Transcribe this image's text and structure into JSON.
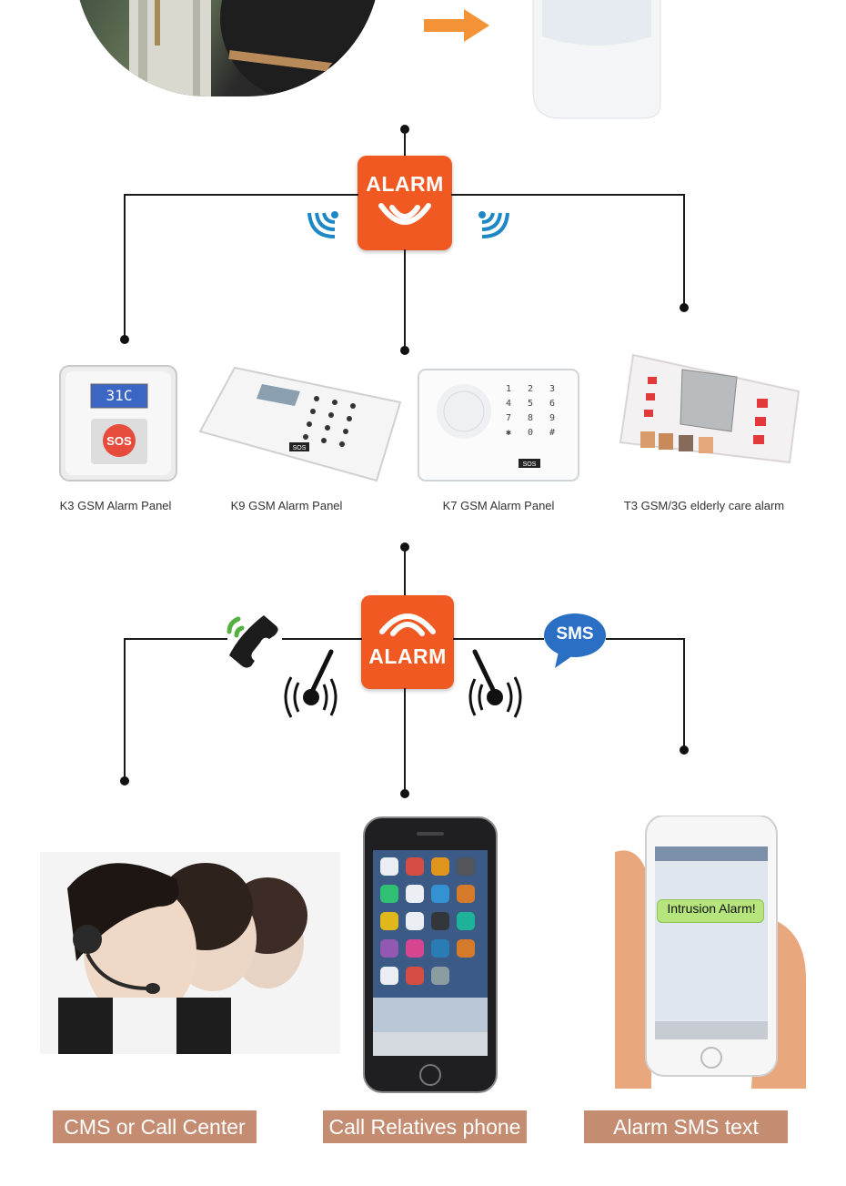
{
  "top_alarm": {
    "label": "ALARM"
  },
  "devices": [
    {
      "id": "k3",
      "label": "K3 GSM Alarm Panel",
      "display": "31C",
      "badge": "SOS"
    },
    {
      "id": "k9",
      "label": "K9  GSM Alarm Panel",
      "badge": "SOS"
    },
    {
      "id": "k7",
      "label": "K7 GSM Alarm Panel",
      "badge": "SOS"
    },
    {
      "id": "t3",
      "label": "T3 GSM/3G elderly care alarm"
    }
  ],
  "bottom_alarm": {
    "label": "ALARM",
    "sms_bubble": "SMS"
  },
  "outcomes": [
    {
      "id": "cms",
      "label": "CMS or Call Center"
    },
    {
      "id": "relatives",
      "label": "Call Relatives phone"
    },
    {
      "id": "sms",
      "label": "Alarm SMS text",
      "message": "Intrusion Alarm!"
    }
  ],
  "colors": {
    "accent": "#f05a22",
    "label_bg": "#c48c70",
    "wave_blue": "#1e88c7",
    "sms_blue": "#2a6fc4",
    "phone_green": "#55b043"
  }
}
